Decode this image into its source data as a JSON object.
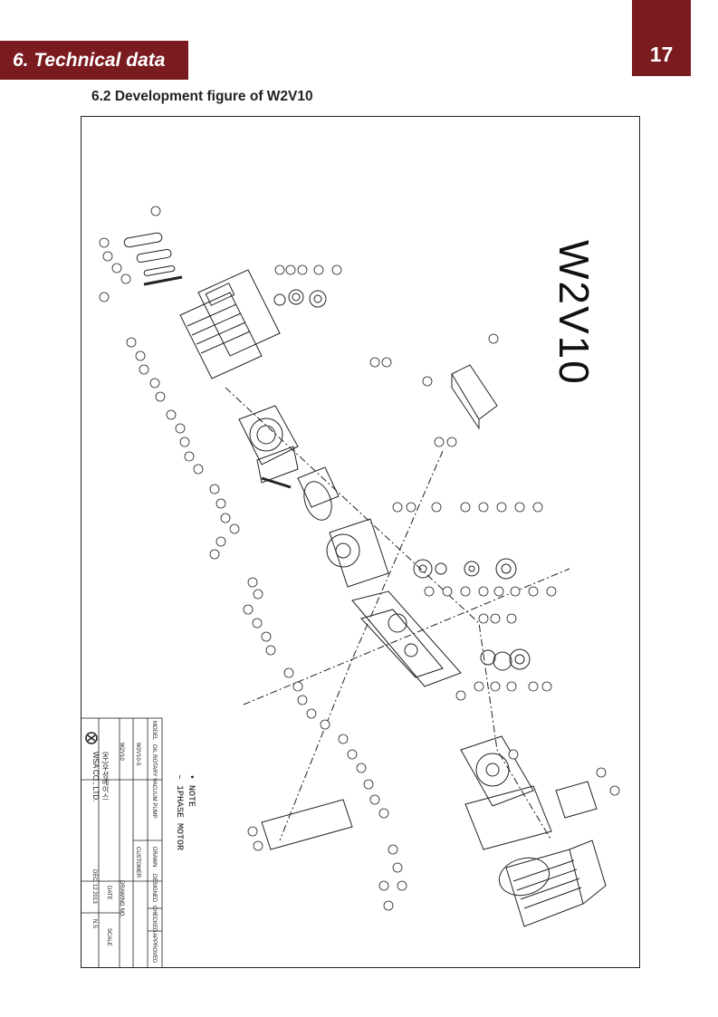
{
  "header": {
    "section_title": "6. Technical data",
    "page_number": "17"
  },
  "subheading": "6.2 Development figure of W2V10",
  "drawing": {
    "model_title": "W2V10",
    "note_bullet": "•",
    "note_label": "NOTE",
    "note_text": "– 1PHASE MOTOR"
  },
  "title_block": {
    "company_korean": "(주)우성에이스",
    "company_name": "WSA CO., LTD.",
    "model_label": "MODEL",
    "model_value": "OIL ROTARY VACUUM PUMP",
    "drawn_label": "DRAWN",
    "designed_label": "DESIGNED",
    "checked_label": "CHECKED",
    "approved_label": "APPROVED",
    "customer_label": "CUSTOMER",
    "customer_value": "W2V10-S",
    "drawing_no_label": "DRAWING NO.",
    "drawing_no_value": "W2V10",
    "date_label": "DATE",
    "date_value": "DEC. 12 2013",
    "scale_label": "SCALE",
    "scale_value": "N.S"
  }
}
